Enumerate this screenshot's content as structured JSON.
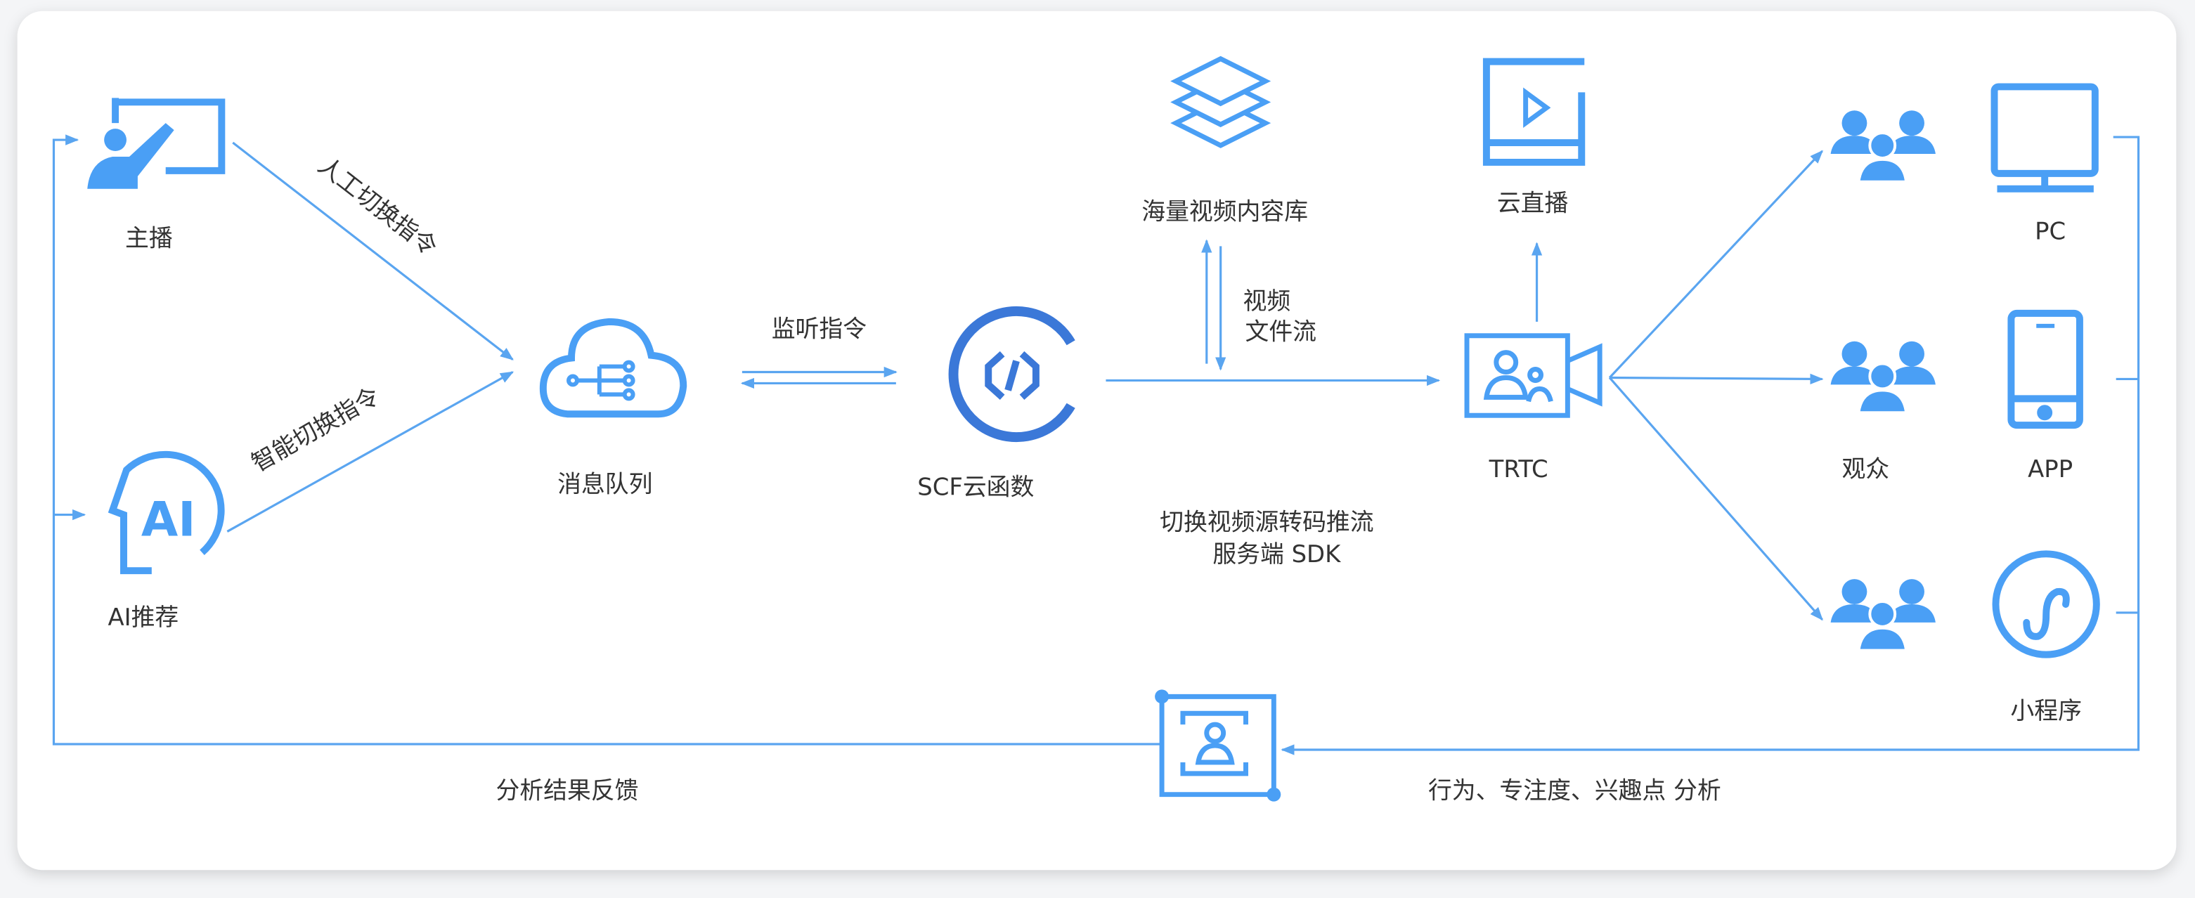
{
  "nodes": {
    "anchor": "主播",
    "ai": "AI推荐",
    "mq": "消息队列",
    "scf": "SCF云函数",
    "library": "海量视频内容库",
    "live": "云直播",
    "trtc": "TRTC",
    "audience": "观众",
    "pc": "PC",
    "app": "APP",
    "miniprogram": "小程序",
    "ai_icon_text": "AI"
  },
  "edges": {
    "manual": "人工切换指令",
    "smart": "智能切换指令",
    "listen": "监听指令",
    "video_line1": "视频",
    "video_line2": "文件流",
    "sdk_line1": "切换视频源转码推流",
    "sdk_line2": "服务端 SDK",
    "analysis": "行为、专注度、兴趣点 分析",
    "feedback": "分析结果反馈"
  },
  "colors": {
    "accent": "#4a9ff5",
    "scf": "#3b78d8",
    "text": "#333333"
  }
}
